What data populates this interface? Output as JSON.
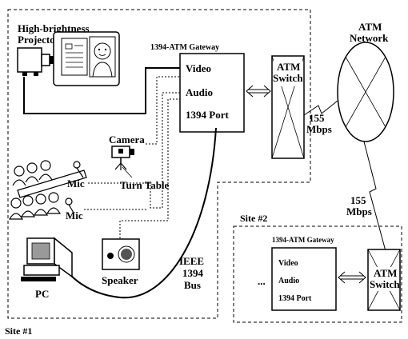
{
  "labels": {
    "projector": [
      "High-brightness",
      "Projector"
    ],
    "gateway1_title": "1394-ATM Gateway",
    "gateway1_video": "Video",
    "gateway1_audio": "Audio",
    "gateway1_port": "1394 Port",
    "atm_switch1": [
      "ATM",
      "Switch"
    ],
    "atm_network": [
      "ATM",
      "Network"
    ],
    "link1": [
      "155",
      "Mbps"
    ],
    "link2": [
      "155",
      "Mbps"
    ],
    "camera": "Camera",
    "turn_table": "Turn Table",
    "mic1": "Mic",
    "mic2": "Mic",
    "pc": "PC",
    "speaker": "Speaker",
    "ieee_bus": [
      "IEEE",
      "1394",
      "Bus"
    ],
    "site2": "Site #2",
    "gateway2_title": "1394-ATM Gateway",
    "gateway2_video": "Video",
    "gateway2_audio": "Audio",
    "gateway2_port": "1394 Port",
    "ellipsis": "...",
    "atm_switch2": [
      "ATM",
      "Switch"
    ],
    "site1": "Site #1"
  }
}
